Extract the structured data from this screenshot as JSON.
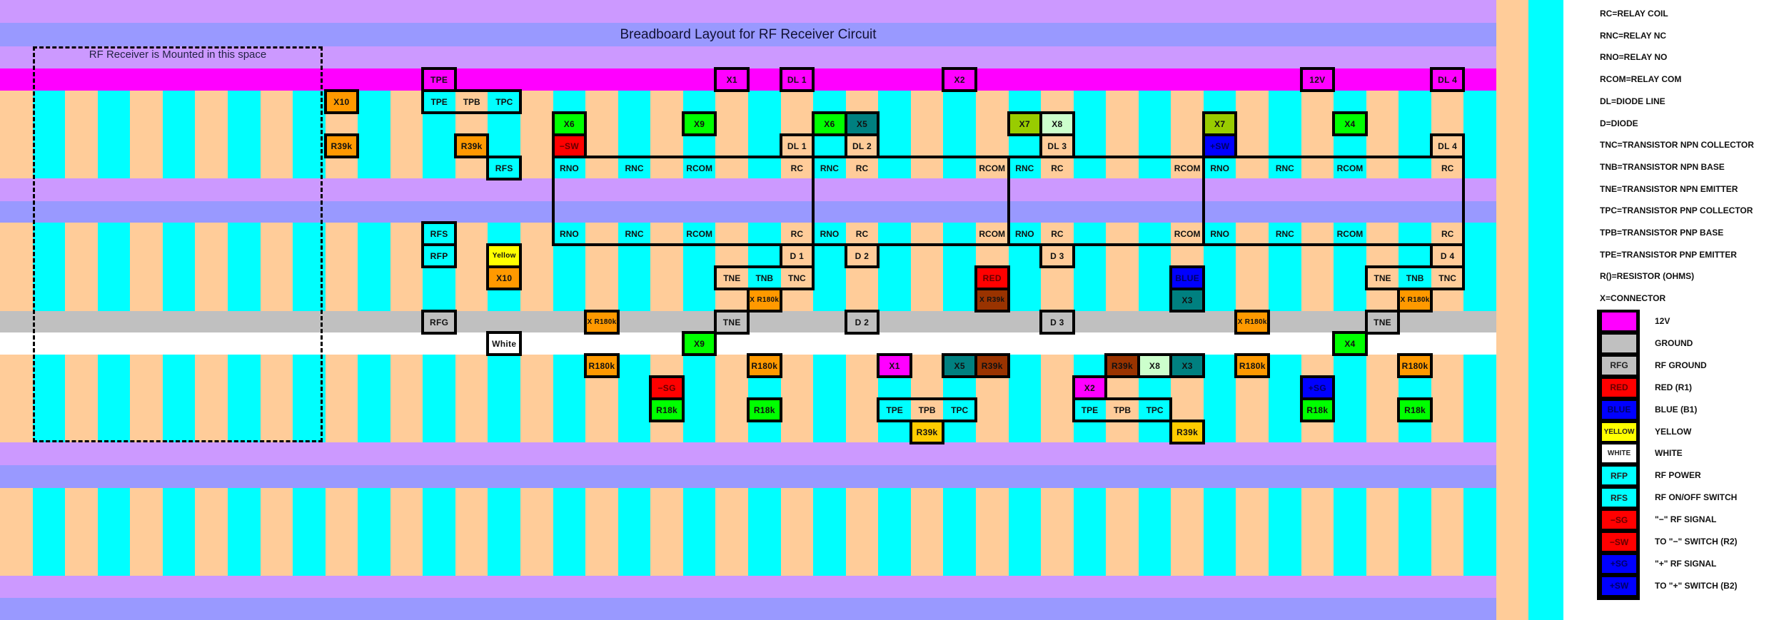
{
  "title": "Breadboard Layout for RF Receiver Circuit",
  "mount_note": "RF Receiver is Mounted in this space",
  "colors": {
    "lavender": "#cc99ff",
    "periwinkle": "#9999ff",
    "power_rail_12v": "#ff00ff",
    "ground_rail": "#c0c0c0",
    "white_rail": "#ffffff",
    "hole_even": "#ffcc99",
    "hole_odd": "#00ffff",
    "orange": "#ff9900",
    "green": "#00ff00",
    "dark_teal": "#008080",
    "olive_green": "#99cc00",
    "pale_green": "#ccffcc",
    "red": "#ff0000",
    "blue": "#0000ff",
    "yellow": "#ffff00",
    "brown": "#993300",
    "gold": "#ffcc00",
    "grey": "#c0c0c0",
    "cyan": "#00ffff",
    "peach": "#ffcc99",
    "magenta": "#ff00ff",
    "white": "#ffffff"
  },
  "board": {
    "columns": 46,
    "rails": [
      "12V",
      "GROUND",
      "WHITE"
    ]
  },
  "components": [
    {
      "label": "TPE",
      "row": "12V",
      "col": 13,
      "color": "magenta"
    },
    {
      "label": "X1",
      "row": "12V",
      "col": 22,
      "color": "magenta"
    },
    {
      "label": "DL 1",
      "row": "12V",
      "col": 24,
      "color": "magenta"
    },
    {
      "label": "X2",
      "row": "12V",
      "col": 29,
      "color": "magenta"
    },
    {
      "label": "12V",
      "row": "12V",
      "col": 40,
      "color": "magenta"
    },
    {
      "label": "DL 4",
      "row": "12V",
      "col": 44,
      "color": "magenta"
    },
    {
      "label": "X10",
      "row": "A1",
      "col": 10,
      "color": "orange"
    },
    {
      "label": "X6",
      "row": "A2",
      "col": 17,
      "color": "green"
    },
    {
      "label": "X9",
      "row": "A2",
      "col": 21,
      "color": "green"
    },
    {
      "label": "X6",
      "row": "A2",
      "col": 25,
      "color": "green"
    },
    {
      "label": "X5",
      "row": "A2",
      "col": 26,
      "color": "dark_teal"
    },
    {
      "label": "X7",
      "row": "A2",
      "col": 31,
      "color": "olive_green"
    },
    {
      "label": "X8",
      "row": "A2",
      "col": 32,
      "color": "pale_green"
    },
    {
      "label": "X7",
      "row": "A2",
      "col": 37,
      "color": "olive_green"
    },
    {
      "label": "X4",
      "row": "A2",
      "col": 41,
      "color": "green"
    },
    {
      "label": "R39k",
      "row": "A3",
      "col": 10,
      "color": "orange"
    },
    {
      "label": "R39k",
      "row": "A3",
      "col": 14,
      "color": "orange"
    },
    {
      "label": "−SW",
      "row": "A3",
      "col": 17,
      "color": "red"
    },
    {
      "label": "DL 1",
      "row": "A3",
      "col": 24,
      "color": null
    },
    {
      "label": "DL 2",
      "row": "A3",
      "col": 26,
      "color": null
    },
    {
      "label": "DL 3",
      "row": "A3",
      "col": 32,
      "color": null
    },
    {
      "label": "+SW",
      "row": "A3",
      "col": 37,
      "color": "blue"
    },
    {
      "label": "DL 4",
      "row": "A3",
      "col": 44,
      "color": null
    },
    {
      "label": "RFS",
      "row": "A4",
      "col": 15,
      "color": null
    },
    {
      "label": "RFS",
      "row": "B1",
      "col": 13,
      "color": null
    },
    {
      "label": "RFP",
      "row": "B2",
      "col": 13,
      "color": null
    },
    {
      "label": "Yellow",
      "row": "B2",
      "col": 15,
      "color": "yellow"
    },
    {
      "label": "D 1",
      "row": "B2",
      "col": 24,
      "color": null
    },
    {
      "label": "D 2",
      "row": "B2",
      "col": 26,
      "color": null
    },
    {
      "label": "D 3",
      "row": "B2",
      "col": 32,
      "color": null
    },
    {
      "label": "D 4",
      "row": "B2",
      "col": 44,
      "color": null
    },
    {
      "label": "X10",
      "row": "B3",
      "col": 15,
      "color": "orange"
    },
    {
      "label": "RED",
      "row": "B3",
      "col": 30,
      "color": "red"
    },
    {
      "label": "BLUE",
      "row": "B3",
      "col": 36,
      "color": "blue"
    },
    {
      "label": "X R180k",
      "row": "B4",
      "col": 23,
      "color": "orange"
    },
    {
      "label": "X R39k",
      "row": "B4",
      "col": 30,
      "color": "brown"
    },
    {
      "label": "X3",
      "row": "B4",
      "col": 36,
      "color": "dark_teal"
    },
    {
      "label": "X R180k",
      "row": "B4",
      "col": 43,
      "color": "orange"
    },
    {
      "label": "RFG",
      "row": "GROUND",
      "col": 13,
      "color": "grey"
    },
    {
      "label": "X R180k",
      "row": "GROUND",
      "col": 18,
      "color": "orange"
    },
    {
      "label": "TNE",
      "row": "GROUND",
      "col": 22,
      "color": "grey"
    },
    {
      "label": "D 2",
      "row": "GROUND",
      "col": 26,
      "color": "grey"
    },
    {
      "label": "D 3",
      "row": "GROUND",
      "col": 32,
      "color": "grey"
    },
    {
      "label": "X R180k",
      "row": "GROUND",
      "col": 38,
      "color": "orange"
    },
    {
      "label": "TNE",
      "row": "GROUND",
      "col": 42,
      "color": "grey"
    },
    {
      "label": "White",
      "row": "WHITE",
      "col": 15,
      "color": "white"
    },
    {
      "label": "X9",
      "row": "WHITE",
      "col": 21,
      "color": "green"
    },
    {
      "label": "X4",
      "row": "WHITE",
      "col": 41,
      "color": "green"
    },
    {
      "label": "R180k",
      "row": "C1",
      "col": 18,
      "color": "orange"
    },
    {
      "label": "R180k",
      "row": "C1",
      "col": 23,
      "color": "orange"
    },
    {
      "label": "X1",
      "row": "C1",
      "col": 27,
      "color": "magenta"
    },
    {
      "label": "X5",
      "row": "C1",
      "col": 29,
      "color": "dark_teal"
    },
    {
      "label": "R39k",
      "row": "C1",
      "col": 30,
      "color": "brown"
    },
    {
      "label": "R39k",
      "row": "C1",
      "col": 34,
      "color": "brown"
    },
    {
      "label": "X8",
      "row": "C1",
      "col": 35,
      "color": "pale_green"
    },
    {
      "label": "X3",
      "row": "C1",
      "col": 36,
      "color": "dark_teal"
    },
    {
      "label": "R180k",
      "row": "C1",
      "col": 38,
      "color": "orange"
    },
    {
      "label": "R180k",
      "row": "C1",
      "col": 43,
      "color": "orange"
    },
    {
      "label": "−SG",
      "row": "C2",
      "col": 20,
      "color": "red"
    },
    {
      "label": "X2",
      "row": "C2",
      "col": 33,
      "color": "magenta"
    },
    {
      "label": "+SG",
      "row": "C2",
      "col": 40,
      "color": "blue"
    },
    {
      "label": "R18k",
      "row": "C3",
      "col": 20,
      "color": "green"
    },
    {
      "label": "R18k",
      "row": "C3",
      "col": 23,
      "color": "green"
    },
    {
      "label": "R18k",
      "row": "C3",
      "col": 40,
      "color": "green"
    },
    {
      "label": "R18k",
      "row": "C3",
      "col": 43,
      "color": "green"
    },
    {
      "label": "R39k",
      "row": "C4",
      "col": 28,
      "color": "gold"
    },
    {
      "label": "R39k",
      "row": "C4",
      "col": 36,
      "color": "gold"
    }
  ],
  "groups": [
    {
      "name": "pnp-transistor-1",
      "row": "A1",
      "col_from": 13,
      "labels": [
        "TPE",
        "TPB",
        "TPC"
      ]
    },
    {
      "name": "npn-transistor-1",
      "row": "B3",
      "col_from": 22,
      "labels": [
        "TNE",
        "TNB",
        "TNC"
      ]
    },
    {
      "name": "npn-transistor-4",
      "row": "B3",
      "col_from": 42,
      "labels": [
        "TNE",
        "TNB",
        "TNC"
      ]
    },
    {
      "name": "pnp-transistor-2",
      "row": "C3",
      "col_from": 27,
      "labels": [
        "TPE",
        "TPB",
        "TPC"
      ]
    },
    {
      "name": "pnp-transistor-3",
      "row": "C3",
      "col_from": 33,
      "labels": [
        "TPE",
        "TPB",
        "TPC"
      ]
    }
  ],
  "relay_labels": [
    {
      "row": "A4",
      "col": 17,
      "label": "RNO"
    },
    {
      "row": "A4",
      "col": 19,
      "label": "RNC"
    },
    {
      "row": "A4",
      "col": 21,
      "label": "RCOM"
    },
    {
      "row": "A4",
      "col": 24,
      "label": "RC"
    },
    {
      "row": "A4",
      "col": 25,
      "label": "RNC"
    },
    {
      "row": "A4",
      "col": 26,
      "label": "RC"
    },
    {
      "row": "A4",
      "col": 30,
      "label": "RCOM"
    },
    {
      "row": "A4",
      "col": 31,
      "label": "RNC"
    },
    {
      "row": "A4",
      "col": 32,
      "label": "RC"
    },
    {
      "row": "A4",
      "col": 36,
      "label": "RCOM"
    },
    {
      "row": "A4",
      "col": 37,
      "label": "RNO"
    },
    {
      "row": "A4",
      "col": 39,
      "label": "RNC"
    },
    {
      "row": "A4",
      "col": 41,
      "label": "RCOM"
    },
    {
      "row": "A4",
      "col": 44,
      "label": "RC"
    },
    {
      "row": "B1",
      "col": 17,
      "label": "RNO"
    },
    {
      "row": "B1",
      "col": 19,
      "label": "RNC"
    },
    {
      "row": "B1",
      "col": 21,
      "label": "RCOM"
    },
    {
      "row": "B1",
      "col": 24,
      "label": "RC"
    },
    {
      "row": "B1",
      "col": 25,
      "label": "RNO"
    },
    {
      "row": "B1",
      "col": 26,
      "label": "RC"
    },
    {
      "row": "B1",
      "col": 30,
      "label": "RCOM"
    },
    {
      "row": "B1",
      "col": 31,
      "label": "RNO"
    },
    {
      "row": "B1",
      "col": 32,
      "label": "RC"
    },
    {
      "row": "B1",
      "col": 36,
      "label": "RCOM"
    },
    {
      "row": "B1",
      "col": 37,
      "label": "RNO"
    },
    {
      "row": "B1",
      "col": 39,
      "label": "RNC"
    },
    {
      "row": "B1",
      "col": 41,
      "label": "RCOM"
    },
    {
      "row": "B1",
      "col": 44,
      "label": "RC"
    }
  ],
  "relay_outline": {
    "from_col": 17,
    "to_col": 44,
    "dividers_at_col": [
      25,
      31,
      37
    ]
  },
  "legend": {
    "abbreviations": [
      "RC=RELAY COIL",
      "RNC=RELAY NC",
      "RNO=RELAY NO",
      "RCOM=RELAY COM",
      "DL=DIODE LINE",
      "D=DIODE",
      "TNC=TRANSISTOR NPN COLLECTOR",
      "TNB=TRANSISTOR NPN BASE",
      "TNE=TRANSISTOR NPN EMITTER",
      "TPC=TRANSISTOR PNP COLLECTOR",
      "TPB=TRANSISTOR PNP BASE",
      "TPE=TRANSISTOR PNP EMITTER",
      "R()=RESISTOR (OHMS)",
      "X=CONNECTOR"
    ],
    "swatches": [
      {
        "swatch_text": "",
        "color": "magenta",
        "label": "12V"
      },
      {
        "swatch_text": "",
        "color": "grey",
        "label": "GROUND"
      },
      {
        "swatch_text": "RFG",
        "color": "grey",
        "label": "RF GROUND"
      },
      {
        "swatch_text": "RED",
        "color": "red",
        "label": "RED (R1)"
      },
      {
        "swatch_text": "BLUE",
        "color": "blue",
        "label": "BLUE (B1)"
      },
      {
        "swatch_text": "YELLOW",
        "color": "yellow",
        "label": "YELLOW"
      },
      {
        "swatch_text": "WHITE",
        "color": "white",
        "label": "WHITE"
      },
      {
        "swatch_text": "RFP",
        "color": "cyan",
        "label": "RF POWER"
      },
      {
        "swatch_text": "RFS",
        "color": "cyan",
        "label": "RF ON/OFF SWITCH"
      },
      {
        "swatch_text": "−SG",
        "color": "red",
        "label": "\"−\" RF SIGNAL"
      },
      {
        "swatch_text": "−SW",
        "color": "red",
        "label": "TO \"−\" SWITCH (R2)"
      },
      {
        "swatch_text": "+SG",
        "color": "blue",
        "label": "\"+\" RF SIGNAL"
      },
      {
        "swatch_text": "+SW",
        "color": "blue",
        "label": "TO \"+\" SWITCH (B2)"
      }
    ]
  }
}
